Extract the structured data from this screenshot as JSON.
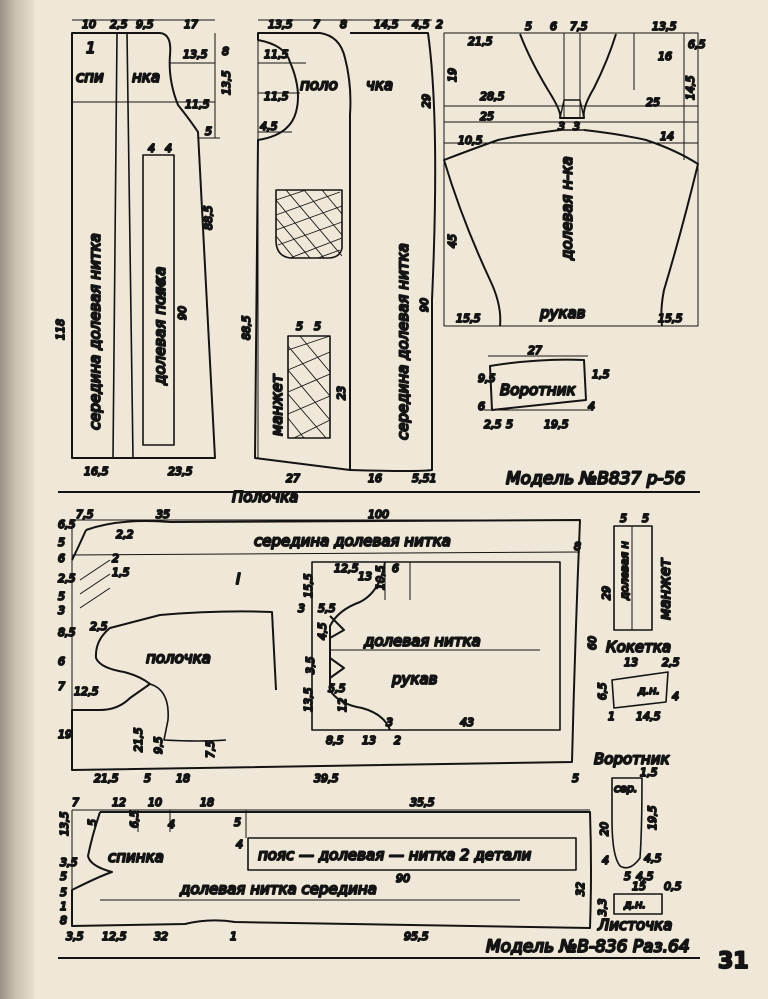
{
  "colors": {
    "paper": "#efe8d8",
    "ink": "#141414",
    "binding": "#b8b0a0"
  },
  "top_model": {
    "caption": "Модель №В837 р-56",
    "spinka": {
      "label_part1": "спи",
      "label_part2": "нка",
      "grain": "середина долевая нитка",
      "belt_label": "долевая пояс",
      "belt_label2": "н-ка",
      "dims": [
        "10",
        "2,5",
        "9,5",
        "17",
        "13,5",
        "11,5",
        "8",
        "13,5",
        "5",
        "88,5",
        "118",
        "90",
        "4",
        "4",
        "16,5",
        "23,5"
      ]
    },
    "polochka": {
      "label_part1": "поло",
      "label_part2": "чка",
      "grain": "середина долевая нитка",
      "cuff_label": "манжет",
      "dims": [
        "13,5",
        "7",
        "8",
        "14,5",
        "4,5",
        "2",
        "11,5",
        "11,5",
        "4,5",
        "88,5",
        "29",
        "90",
        "5",
        "5",
        "23",
        "27",
        "16",
        "5,51"
      ]
    },
    "rukav": {
      "label": "рукав",
      "grain": "долевая н-ка",
      "dims": [
        "21,5",
        "5",
        "6",
        "7,5",
        "13,5",
        "28,5",
        "25",
        "16",
        "25",
        "14",
        "6,5",
        "14,5",
        "10,5",
        "3",
        "3",
        "19",
        "45",
        "15,5",
        "15,5"
      ]
    },
    "vorotnik": {
      "label": "Воротник",
      "dims": [
        "27",
        "9,5",
        "6",
        "2,5",
        "5",
        "19,5",
        "4",
        "1,5"
      ]
    }
  },
  "section_title": "Полочка",
  "bottom_model": {
    "caption": "Модель №В-836 Раз.64",
    "polochka": {
      "label": "полочка",
      "grain": "середина долевая нитка",
      "mark": "I",
      "dims": [
        "7,5",
        "35",
        "100",
        "6,5",
        "2,2",
        "8",
        "5",
        "6",
        "2",
        "1,5",
        "2,5",
        "5",
        "3",
        "2,5",
        "8,5",
        "6",
        "12,5",
        "7",
        "19",
        "21,5",
        "9,5",
        "7,5",
        "21,5",
        "5",
        "18",
        "39,5",
        "5",
        "60"
      ]
    },
    "rukav": {
      "label": "рукав",
      "grain": "долевая нитка",
      "dims": [
        "15,5",
        "12,5",
        "13",
        "10,5",
        "6",
        "5,5",
        "3",
        "3,5",
        "4,5",
        "5,5",
        "13,5",
        "12",
        "3",
        "8,5",
        "13",
        "2",
        "43"
      ]
    },
    "spinka": {
      "label": "спинка",
      "grain": "долевая нитка середина",
      "belt": "пояс — долевая — нитка 2 детали",
      "dims": [
        "7",
        "12",
        "10",
        "18",
        "35,5",
        "13,5",
        "5",
        "6,5",
        "4",
        "5",
        "4",
        "3,5",
        "5",
        "5",
        "1",
        "8",
        "3,5",
        "12,5",
        "32",
        "1",
        "95,5",
        "90",
        "32"
      ]
    },
    "manzhet": {
      "label": "манжет",
      "grain": "долевая н",
      "dims": [
        "5",
        "5",
        "29"
      ]
    },
    "koketka": {
      "label": "Кокетка",
      "grain": "д.н.",
      "dims": [
        "13",
        "2,5",
        "6,5",
        "4",
        "14,5",
        "1"
      ]
    },
    "vorotnik": {
      "label": "Воротник",
      "grain": "сер.",
      "dims": [
        "1,5",
        "20",
        "19,5",
        "4",
        "4,5",
        "5",
        "4,5"
      ]
    },
    "listochka": {
      "label": "Листочка",
      "grain": "д.н.",
      "dims": [
        "15",
        "0,5",
        "3,3"
      ]
    }
  },
  "page_number": "31"
}
